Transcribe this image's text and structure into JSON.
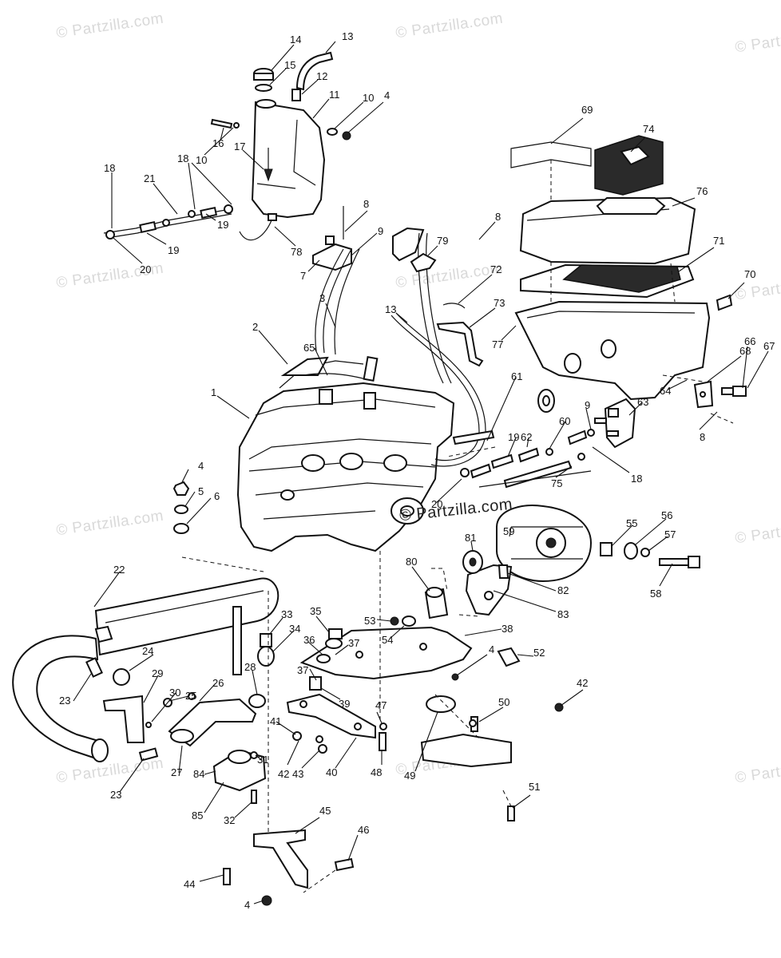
{
  "watermark": {
    "text": "© Partzilla.com",
    "center_text": "© Partzilla.com"
  },
  "callouts": {
    "n1": "1",
    "n2": "2",
    "n3": "3",
    "n4a": "4",
    "n4b": "4",
    "n4c": "4",
    "n4d": "4",
    "n5": "5",
    "n6": "6",
    "n7": "7",
    "n8a": "8",
    "n8b": "8",
    "n8c": "8",
    "n9a": "9",
    "n9b": "9",
    "n10a": "10",
    "n10b": "10",
    "n11": "11",
    "n12": "12",
    "n13a": "13",
    "n13b": "13",
    "n14": "14",
    "n15": "15",
    "n16": "16",
    "n17": "17",
    "n18a": "18",
    "n18b": "18",
    "n18c": "18",
    "n19a": "19",
    "n19b": "19",
    "n19c": "19",
    "n20a": "20",
    "n20b": "20",
    "n21": "21",
    "n22": "22",
    "n23a": "23",
    "n23b": "23",
    "n24": "24",
    "n25": "25",
    "n26": "26",
    "n27": "27",
    "n28": "28",
    "n29": "29",
    "n30": "30",
    "n31": "31",
    "n32": "32",
    "n33": "33",
    "n34": "34",
    "n35": "35",
    "n36": "36",
    "n37a": "37",
    "n37b": "37",
    "n38": "38",
    "n39": "39",
    "n40": "40",
    "n41": "41",
    "n42a": "42",
    "n42b": "42",
    "n43": "43",
    "n44": "44",
    "n45": "45",
    "n46": "46",
    "n47": "47",
    "n48": "48",
    "n49": "49",
    "n50": "50",
    "n51": "51",
    "n52": "52",
    "n53": "53",
    "n54": "54",
    "n55": "55",
    "n56": "56",
    "n57": "57",
    "n58": "58",
    "n59": "59",
    "n60": "60",
    "n61": "61",
    "n62": "62",
    "n63": "63",
    "n64": "64",
    "n65": "65",
    "n66": "66",
    "n67": "67",
    "n68": "68",
    "n69": "69",
    "n70": "70",
    "n71": "71",
    "n72": "72",
    "n73": "73",
    "n74": "74",
    "n75": "75",
    "n76": "76",
    "n77": "77",
    "n78": "78",
    "n79": "79",
    "n80": "80",
    "n81": "81",
    "n82": "82",
    "n83": "83",
    "n84": "84",
    "n85": "85"
  }
}
